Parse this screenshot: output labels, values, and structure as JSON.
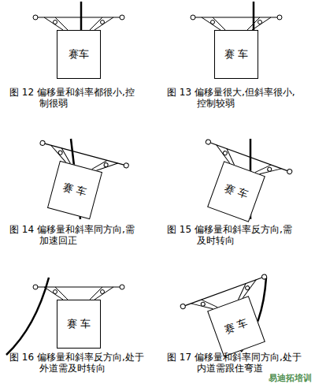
{
  "diagram": {
    "nodes": [
      {
        "text": [
          "赛车"
        ]
      },
      {
        "text": [
          "赛 车"
        ]
      },
      {
        "text": [
          "赛 车"
        ]
      },
      {
        "text": [
          "赛 车"
        ]
      },
      {
        "text": [
          "赛 车"
        ]
      },
      {
        "text": [
          "赛 车"
        ]
      }
    ],
    "labels": [
      "图 12 偏移量和斜率都很小,控制很弱",
      "图 13 偏移量很大,但斜率很小,控制较弱",
      "图 14 偏移量和斜率同方向,需加速回正",
      "图 15 偏移量和斜率反方向,需及时转向",
      "图 16 偏移量和斜率反方向,处于外道需及时转向",
      "图 17 偏移量和斜率同方向,处于内道需跟住弯道",
      "易迪拓培训"
    ]
  }
}
